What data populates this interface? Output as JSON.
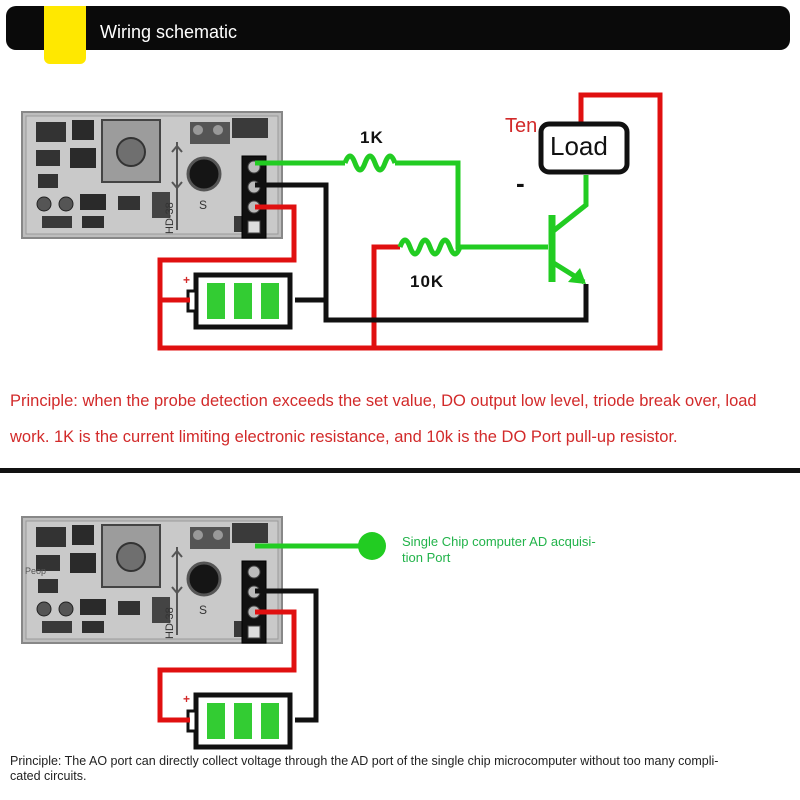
{
  "header": {
    "title": "Wiring schematic"
  },
  "circuit1": {
    "resistor_1k_label": "1K",
    "resistor_10k_label": "10K",
    "ten_label": "Ten",
    "load_label": "Load",
    "minus_label": "-",
    "plus_label": "+",
    "battery_end_label": "|",
    "principle": "Principle: when the probe detection exceeds the set value, DO output low level, triode break over, load work. 1K is the current limiting electronic resistance, and 10k is the DO Port pull-up resistor."
  },
  "circuit2": {
    "ad_port_label": "Single Chip computer AD acquisi-tion Port",
    "ad_port_line1": "Single Chip computer AD acquisi-",
    "ad_port_line2": "tion Port",
    "module_text": "Peop",
    "plus_label": "+",
    "battery_end_label": "|",
    "principle": "Principle: The AO port can directly collect voltage through the AD port of the single chip microcomputer without too many compli-cated circuits.",
    "principle_line1": "Principle: The AO port can directly collect voltage through the AD port of the single chip microcomputer without too many compli-",
    "principle_line2": "cated circuits."
  },
  "module": {
    "marking": "HD-38",
    "pin_label": "S"
  },
  "colors": {
    "wire_green": "#22cc22",
    "wire_red": "#e01010",
    "wire_black": "#111111",
    "accent": "#ffe800",
    "text_red": "#d22a2a"
  }
}
